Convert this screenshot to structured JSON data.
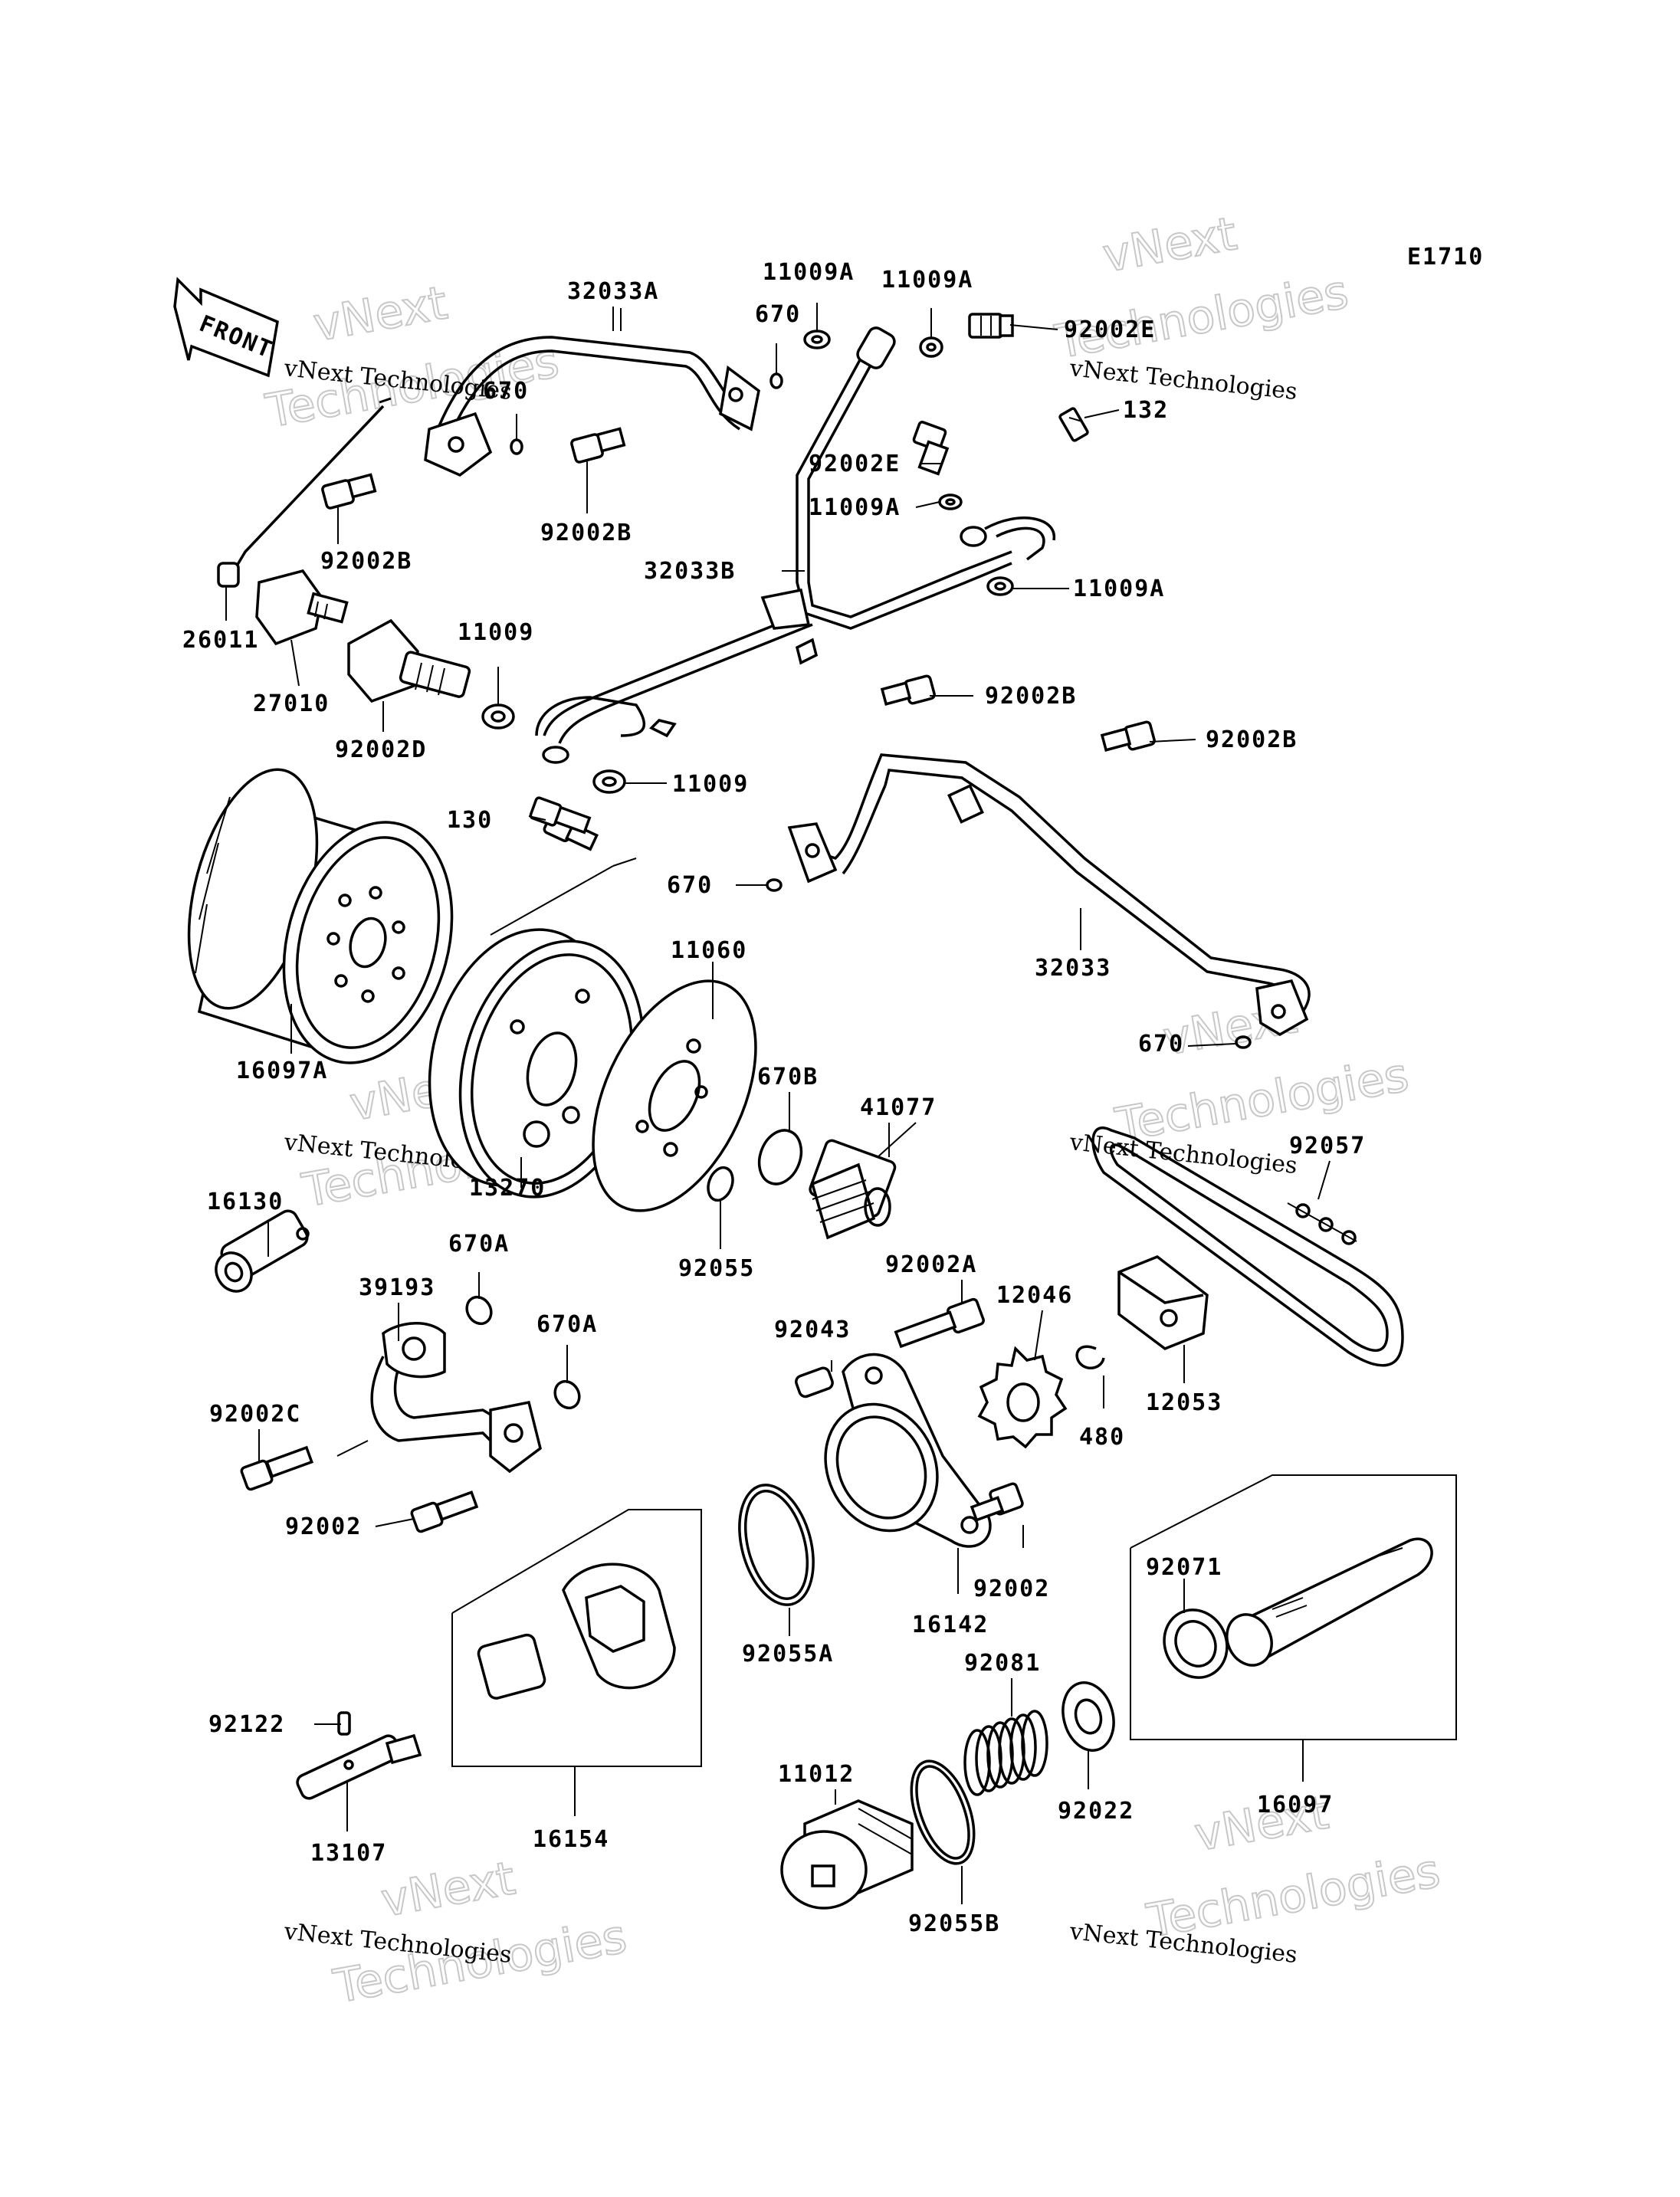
{
  "diagram_code": "E1710",
  "front_label": "FRONT",
  "watermark": {
    "line1": "vNext Technologies",
    "line2": "Technologies",
    "line3": "vNext"
  },
  "labels": {
    "p32033A": "32033A",
    "p11009A_1": "11009A",
    "p11009A_2": "11009A",
    "p670_1": "670",
    "p670_2": "670",
    "p92002E_1": "92002E",
    "p132": "132",
    "p92002E_2": "92002E",
    "p11009A_3": "11009A",
    "p92002B_1": "92002B",
    "p92002B_2": "92002B",
    "p32033B": "32033B",
    "p11009A_4": "11009A",
    "p26011": "26011",
    "p27010": "27010",
    "p11009_1": "11009",
    "p92002D": "92002D",
    "p11009_2": "11009",
    "p92002B_3": "92002B",
    "p92002B_4": "92002B",
    "p130": "130",
    "p670_3": "670",
    "p32033": "32033",
    "p16097A": "16097A",
    "p13270": "13270",
    "p11060": "11060",
    "p670B": "670B",
    "p41077": "41077",
    "p670_4": "670",
    "p92057": "92057",
    "p16130": "16130",
    "p92055": "92055",
    "p670A_1": "670A",
    "p670A_2": "670A",
    "p39193": "39193",
    "p92002A": "92002A",
    "p12046": "12046",
    "p92043": "92043",
    "p12053": "12053",
    "p480": "480",
    "p92002C": "92002C",
    "p92002_1": "92002",
    "p92002_2": "92002",
    "p16142": "16142",
    "p92055A": "92055A",
    "p92071": "92071",
    "p92081": "92081",
    "p92122": "92122",
    "p11012": "11012",
    "p92022": "92022",
    "p16097": "16097",
    "p13107": "13107",
    "p16154": "16154",
    "p92055B": "92055B"
  }
}
